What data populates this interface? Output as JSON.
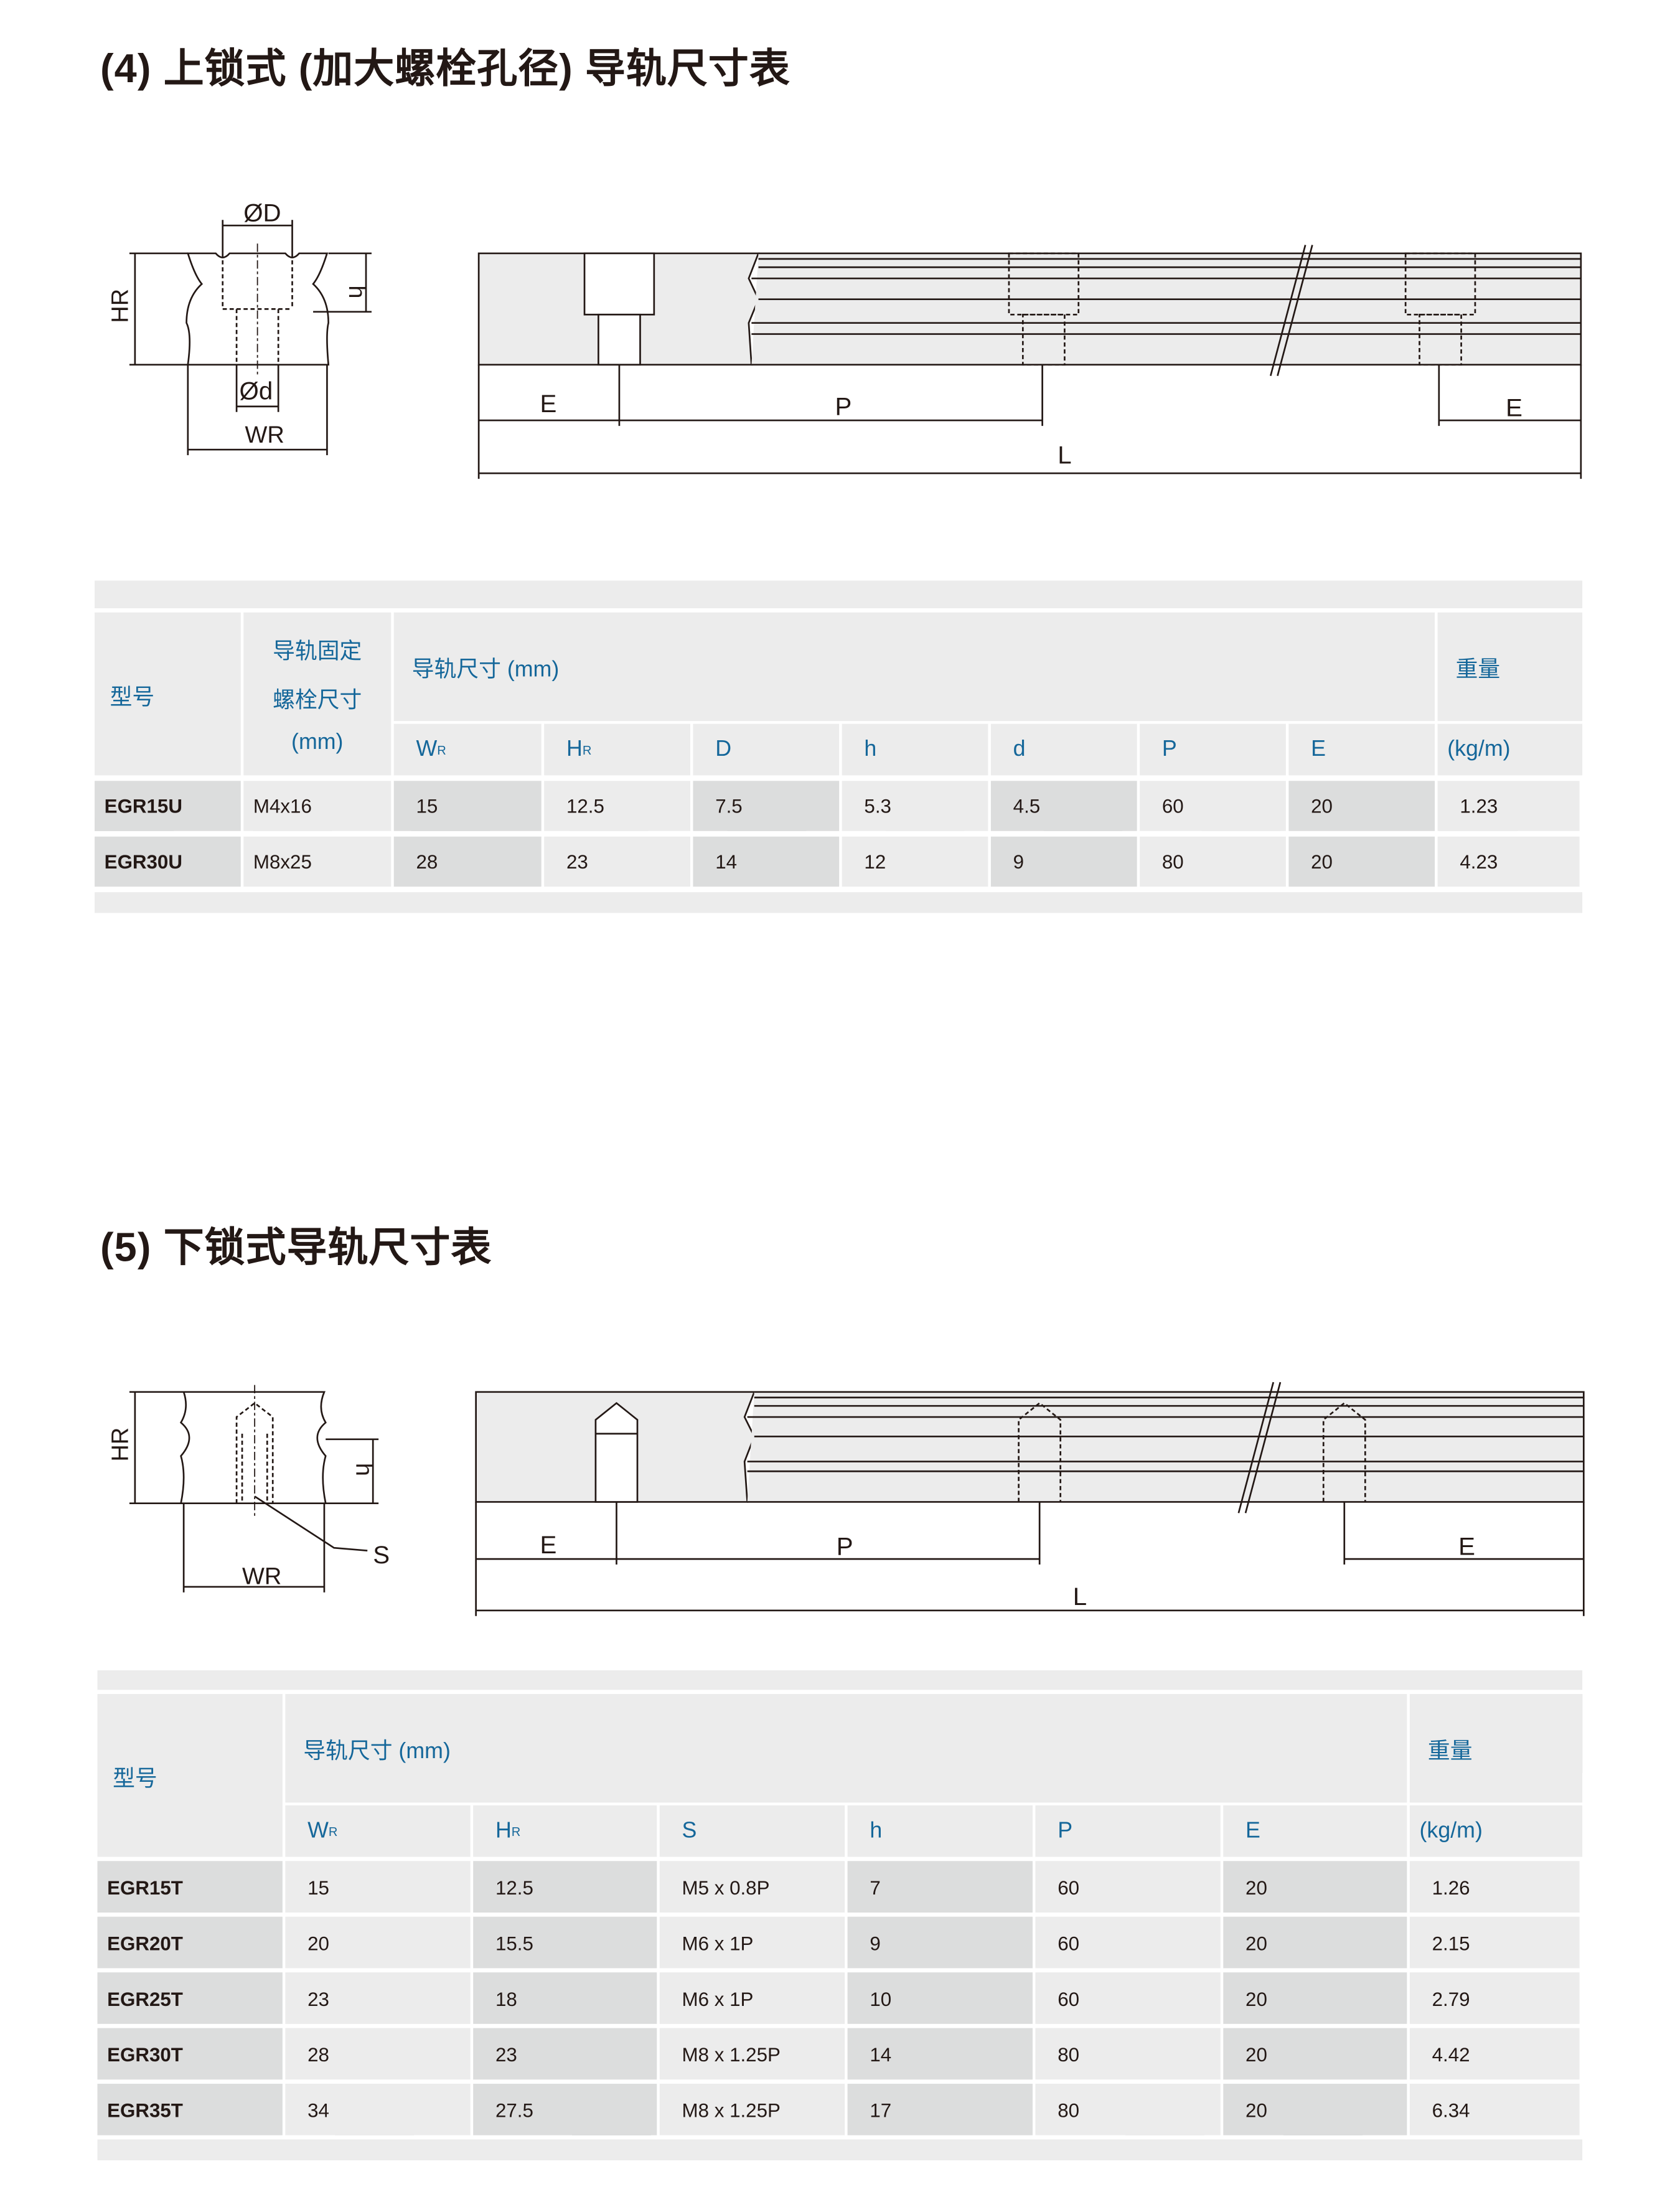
{
  "section4": {
    "title": "(4) 上锁式 (加大螺栓孔径) 导轨尺寸表",
    "diagram_labels": {
      "phiD": "ØD",
      "phid": "Ød",
      "HR": "HR",
      "WR": "WR",
      "h": "h",
      "E1": "E",
      "P": "P",
      "E2": "E",
      "L": "L"
    },
    "table": {
      "h_model": "型号",
      "h_bolt": [
        "导轨固定",
        "螺栓尺寸",
        "(mm)"
      ],
      "h_dims": "导轨尺寸 (mm)",
      "h_weight": "重量",
      "h_weight_unit": "(kg/m)",
      "sub_headers": [
        "W",
        "H",
        "D",
        "h",
        "d",
        "P",
        "E"
      ],
      "sub_subscripts": [
        "R",
        "R",
        "",
        "",
        "",
        "",
        ""
      ],
      "rows": [
        [
          "EGR15U",
          "M4x16",
          "15",
          "12.5",
          "7.5",
          "5.3",
          "4.5",
          "60",
          "20",
          "1.23"
        ],
        [
          "EGR30U",
          "M8x25",
          "28",
          "23",
          "14",
          "12",
          "9",
          "80",
          "20",
          "4.23"
        ]
      ]
    }
  },
  "section5": {
    "title": "(5) 下锁式导轨尺寸表",
    "diagram_labels": {
      "HR": "HR",
      "WR": "WR",
      "h": "h",
      "S": "S",
      "E1": "E",
      "P": "P",
      "E2": "E",
      "L": "L"
    },
    "table": {
      "h_model": "型号",
      "h_dims": "导轨尺寸 (mm)",
      "h_weight": "重量",
      "h_weight_unit": "(kg/m)",
      "sub_headers": [
        "W",
        "H",
        "S",
        "h",
        "P",
        "E"
      ],
      "sub_subscripts": [
        "R",
        "R",
        "",
        "",
        "",
        ""
      ],
      "rows": [
        [
          "EGR15T",
          "15",
          "12.5",
          "M5 x 0.8P",
          "7",
          "60",
          "20",
          "1.26"
        ],
        [
          "EGR20T",
          "20",
          "15.5",
          "M6 x 1P",
          "9",
          "60",
          "20",
          "2.15"
        ],
        [
          "EGR25T",
          "23",
          "18",
          "M6 x 1P",
          "10",
          "60",
          "20",
          "2.79"
        ],
        [
          "EGR30T",
          "28",
          "23",
          "M8 x 1.25P",
          "14",
          "80",
          "20",
          "4.42"
        ],
        [
          "EGR35T",
          "34",
          "27.5",
          "M8 x 1.25P",
          "17",
          "80",
          "20",
          "6.34"
        ]
      ]
    }
  },
  "colors": {
    "header_text": "#15679a",
    "light_cell": "#ececec",
    "dark_cell": "#dcdddd"
  }
}
